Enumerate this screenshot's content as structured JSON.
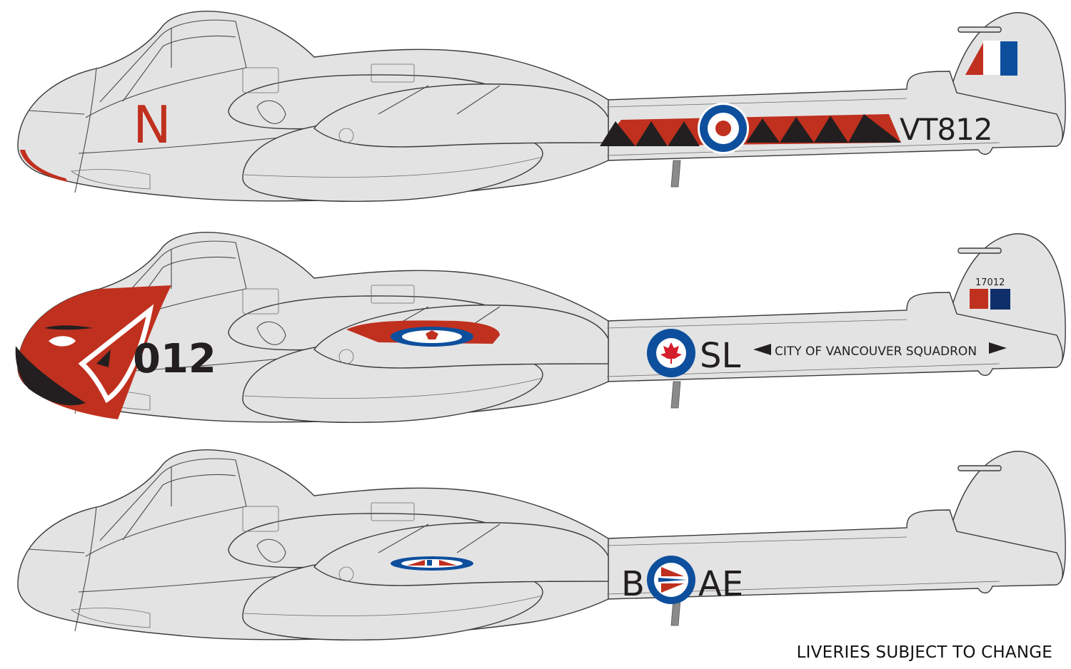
{
  "colors": {
    "background": "#ffffff",
    "airframe": "#e3e3e4",
    "outline": "#3a3a3a",
    "red": "#c0301e",
    "blue": "#0d4f9c",
    "navy": "#0f2f6b",
    "white": "#ffffff",
    "black": "#231f20"
  },
  "aircraft": [
    {
      "nose_letter": "N",
      "serial": "VT812",
      "roundel": "rafel-type-b",
      "fin_flash": [
        "red",
        "white",
        "blue"
      ],
      "fuselage_band": "red/black sawtooth triangles",
      "nose_tip": "red"
    },
    {
      "nose_number": "012",
      "squadron_code": "SL",
      "squadron_name": "CITY OF VANCOUVER SQUADRON",
      "serial_on_fin": "17012",
      "roundel": "rcaf-maple-leaf",
      "fin_flash": [
        "red",
        "navy"
      ],
      "nose_art": "eagle head red/white/black",
      "wing_roundel": "rcaf-maple-leaf"
    },
    {
      "code_left": "B",
      "code_right": "AE",
      "roundel": "norway",
      "wing_roundel": "norway"
    }
  ],
  "footer": {
    "text": "LIVERIES SUBJECT TO CHANGE"
  }
}
